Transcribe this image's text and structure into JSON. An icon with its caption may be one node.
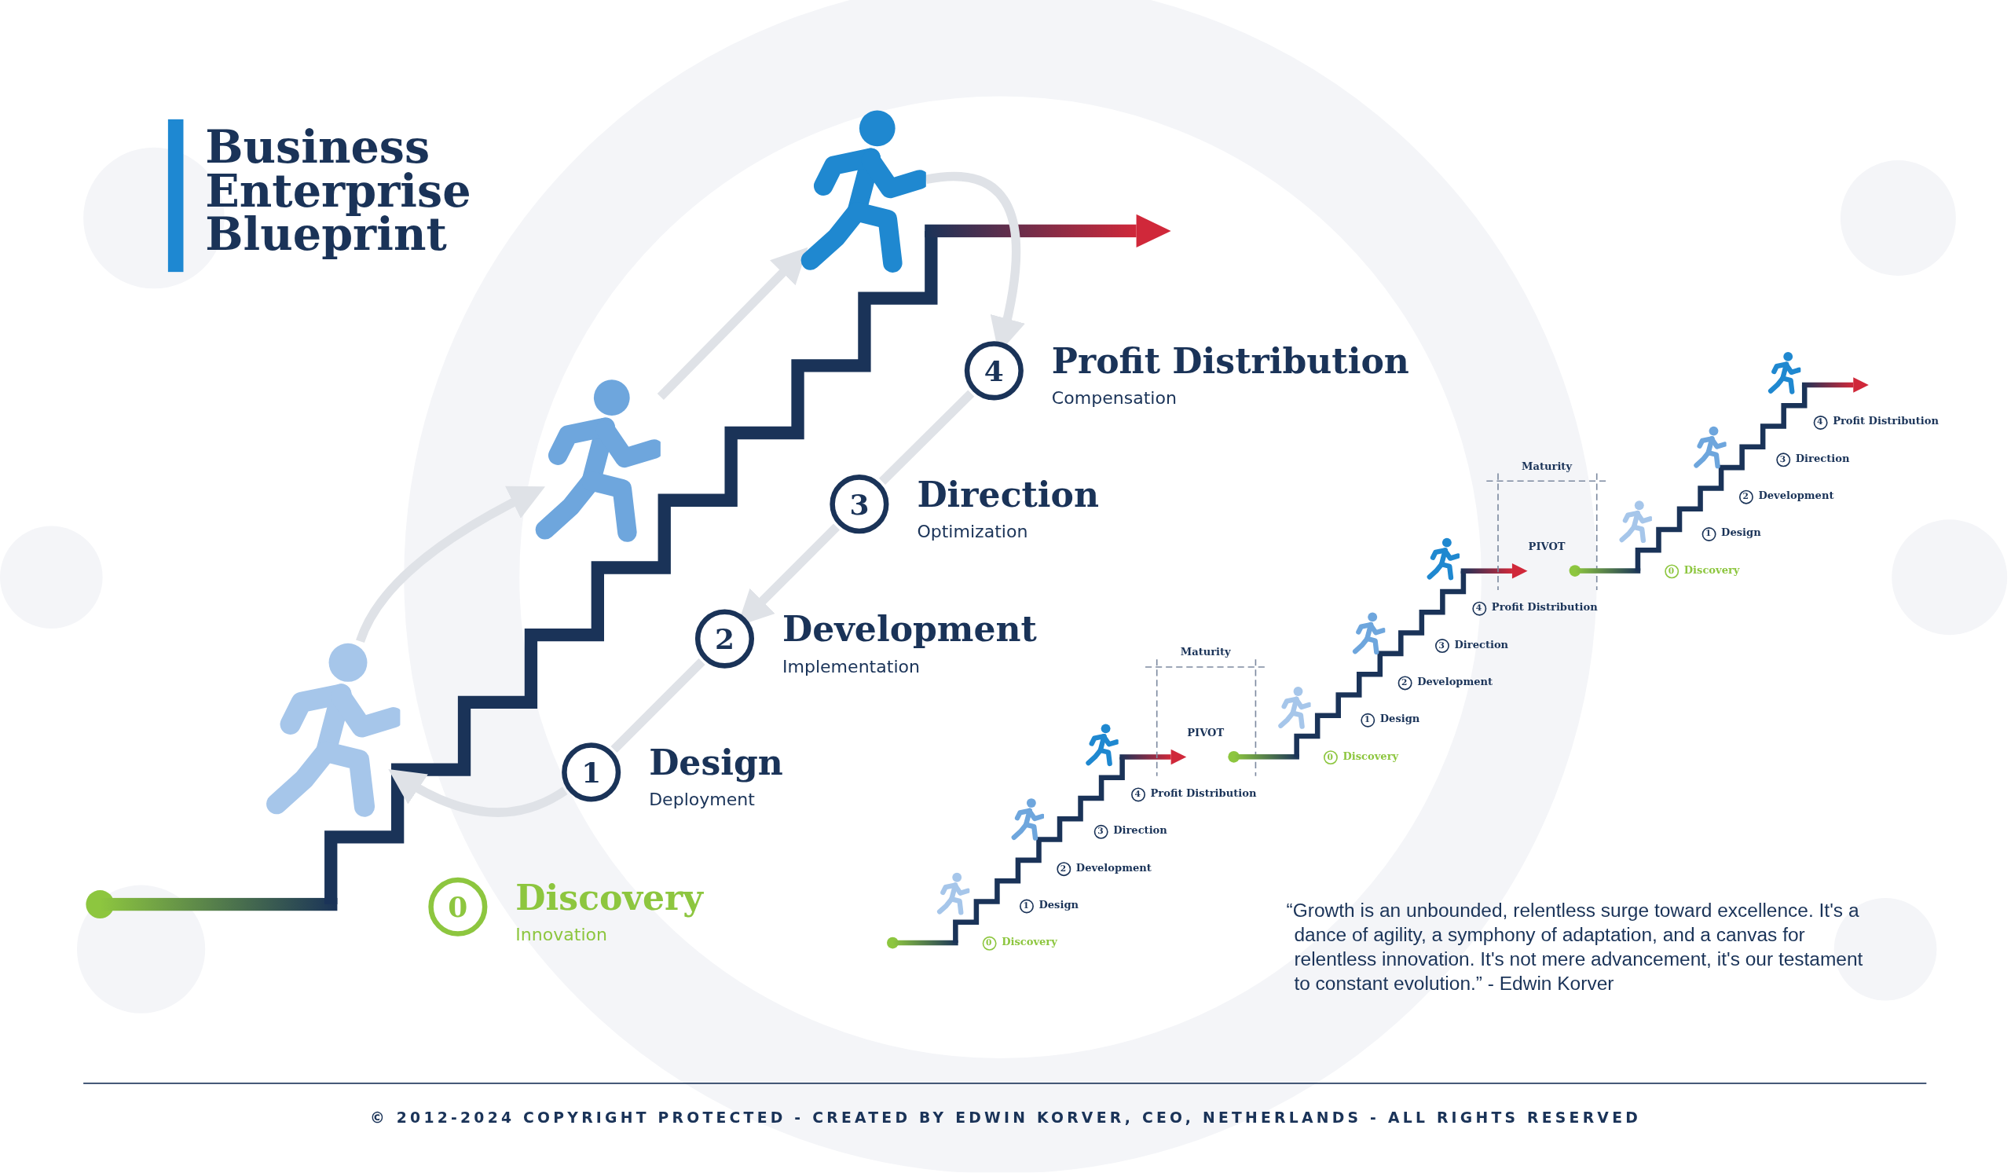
{
  "diagram": {
    "title": "Business Enterprise Blueprint",
    "nodes": [
      {
        "text": [],
        "shape": "picture"
      },
      {
        "text": [],
        "shape": "picture"
      },
      {
        "text": [],
        "shape": "picture"
      },
      {
        "text": [
          "0"
        ],
        "beside": [
          "Discovery",
          "Innovation"
        ]
      },
      {
        "text": [
          "1"
        ],
        "beside": [
          "Design",
          "Deployment"
        ]
      },
      {
        "text": [
          "2"
        ],
        "beside": [
          "Development",
          "Implementation"
        ]
      },
      {
        "text": [
          "3"
        ],
        "beside": [
          "Direction",
          "Optimization"
        ]
      },
      {
        "text": [
          "4"
        ],
        "beside": [
          "Profit Distribution",
          "Compensation"
        ]
      }
    ],
    "edges": [
      {
        "from": 0,
        "to": 1,
        "arrow": "to"
      },
      {
        "from": 1,
        "to": 2,
        "arrow": "to"
      },
      {
        "from": 2,
        "to": 7,
        "arrow": "to"
      },
      {
        "from": 7,
        "to": 6,
        "arrow": "none"
      },
      {
        "from": 6,
        "to": 5,
        "arrow": "to"
      },
      {
        "from": 5,
        "to": 4,
        "arrow": "none"
      },
      {
        "from": 4,
        "to": 0,
        "arrow": "to"
      }
    ],
    "labels": [
      "0",
      "Discovery",
      "1",
      "Design",
      "2",
      "Development",
      "3",
      "Direction",
      "4",
      "Profit Distribution",
      "Maturity",
      "PIVOT",
      "0",
      "Discovery",
      "1",
      "Design",
      "2",
      "Development",
      "3",
      "Direction",
      "4",
      "Profit Distribution",
      "Maturity",
      "PIVOT",
      "0",
      "Discovery",
      "1",
      "Design",
      "2",
      "Development",
      "3",
      "Direction",
      "4",
      "Profit Distribution",
      "“Growth is an unbounded, relentless surge toward excellence. It's a dance of agility, a symphony of adaptation, and a canvas for relentless innovation. It's not mere advancement, it's our testament to constant evolution.” - Edwin Korver",
      "© 2012-2024 COPYRIGHT PROTECTED - CREATED BY EDWIN KORVER, CEO, NETHERLANDS - ALL RIGHTS RESERVED"
    ]
  }
}
